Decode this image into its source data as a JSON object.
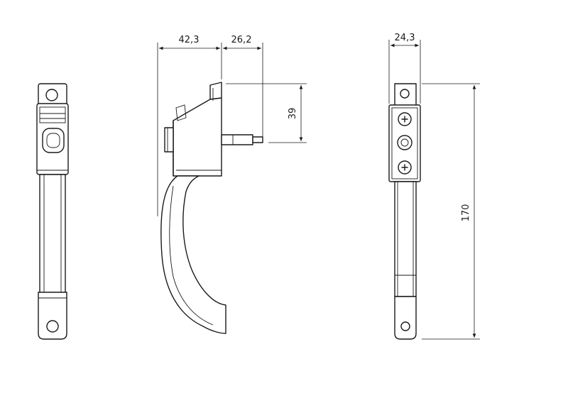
{
  "drawing": {
    "views": [
      "front-view",
      "side-view",
      "back-view"
    ],
    "dimensions": {
      "side_depth_left": "42,3",
      "side_depth_right": "26,2",
      "spindle_height": "39",
      "back_width": "24,3",
      "overall_height": "170"
    },
    "line_color": "#1a1a1a",
    "background": "#ffffff"
  }
}
